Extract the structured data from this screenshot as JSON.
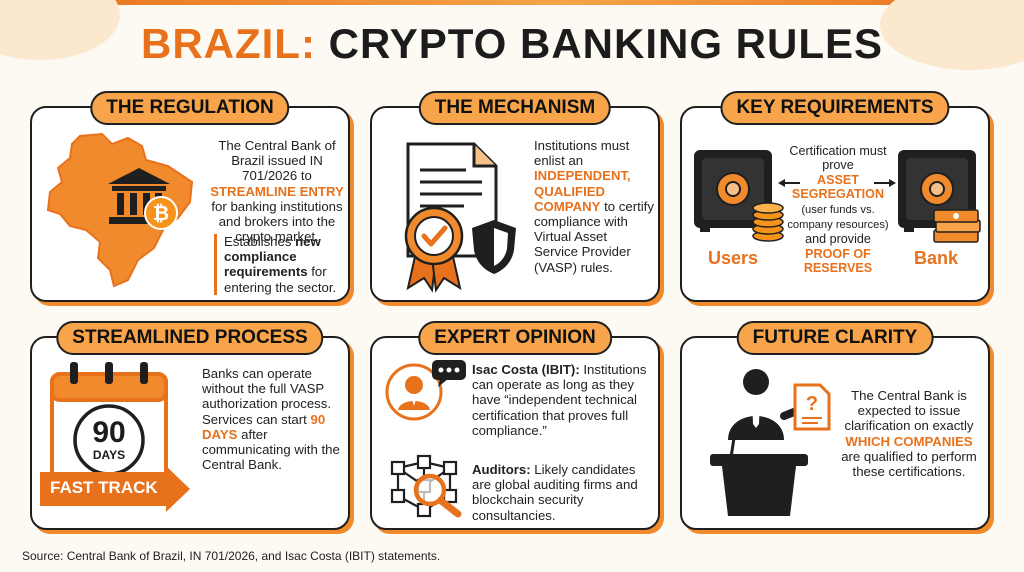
{
  "title": {
    "part1": "BRAZIL:",
    "part2": "CRYPTO BANKING RULES"
  },
  "cards": {
    "regulation": {
      "heading": "THE REGULATION",
      "p1_a": "The Central Bank of Brazil issued IN 701/2026 to",
      "p1_hl": "STREAMLINE ENTRY",
      "p1_b": "for banking institutions and brokers into the crypto market.",
      "p2_a": "Establishes",
      "p2_hl": "new compliance requirements",
      "p2_b": "for entering the sector."
    },
    "mechanism": {
      "heading": "THE MECHANISM",
      "p_a": "Institutions must enlist an",
      "p_hl": "INDEPENDENT, QUALIFIED COMPANY",
      "p_b": "to certify compliance with Virtual Asset Service Provider (VASP) rules."
    },
    "requirements": {
      "heading": "KEY REQUIREMENTS",
      "p_a": "Certification must prove",
      "hl1": "ASSET SEGREGATION",
      "p_b": "(user funds vs. company resources)",
      "p_c": "and provide",
      "hl2": "PROOF OF RESERVES",
      "users_label": "Users",
      "bank_label": "Bank"
    },
    "process": {
      "heading": "STREAMLINED PROCESS",
      "p_a": "Banks can operate without the full VASP authorization process. Services can start",
      "p_hl": "90 DAYS",
      "p_b": "after communicating with the Central Bank.",
      "cal_number": "90",
      "cal_unit": "DAYS",
      "arrow_text": "FAST TRACK"
    },
    "expert": {
      "heading": "EXPERT OPINION",
      "q1_name": "Isac Costa (IBIT):",
      "q1_text": "Institutions can operate as long as they have “independent technical certification that proves full compliance.”",
      "q2_name": "Auditors:",
      "q2_text": "Likely candidates are global auditing firms and blockchain security consultancies."
    },
    "future": {
      "heading": "FUTURE CLARITY",
      "p_a": "The Central Bank is expected to issue clarification on exactly",
      "p_hl": "WHICH COMPANIES",
      "p_b": "are qualified to perform these certifications."
    }
  },
  "source": "Source: Central Bank of Brazil, IN 701/2026, and Isac Costa (IBIT) statements.",
  "icons": [
    "bank-icon",
    "bitcoin-icon",
    "brazil-map-icon",
    "document-icon",
    "badge-check-icon",
    "shield-icon",
    "safe-icon",
    "coins-icon",
    "cash-stack-icon",
    "calendar-icon",
    "fast-track-arrow-icon",
    "speaker-user-icon",
    "chat-bubble-icon",
    "blockchain-network-icon",
    "magnifier-icon",
    "podium-speaker-icon",
    "question-document-icon"
  ],
  "colors": {
    "accent": "#e8711c",
    "pill": "#f7a44a",
    "shadow": "#f08a2c",
    "ink": "#1f1f1f"
  }
}
